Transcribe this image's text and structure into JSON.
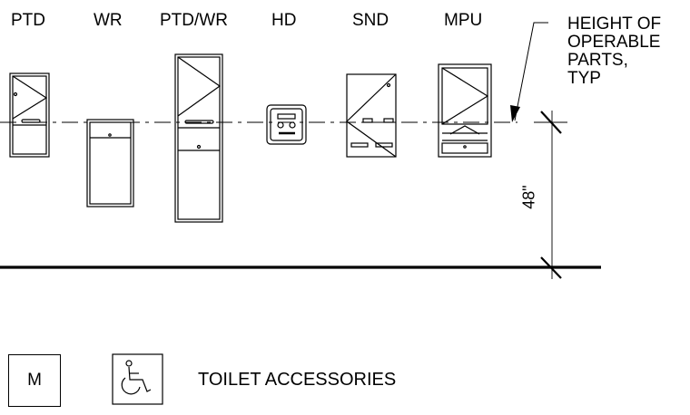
{
  "labels": {
    "ptd": "PTD",
    "wr": "WR",
    "ptd_wr": "PTD/WR",
    "hd": "HD",
    "snd": "SND",
    "mpu": "MPU"
  },
  "note": "HEIGHT OF\nOPERABLE\nPARTS,\nTYP",
  "dimension": "48\"",
  "sheet_marker": "M",
  "title": "TOILET ACCESSORIES",
  "icons": {
    "accessibility": "wheelchair-icon"
  }
}
